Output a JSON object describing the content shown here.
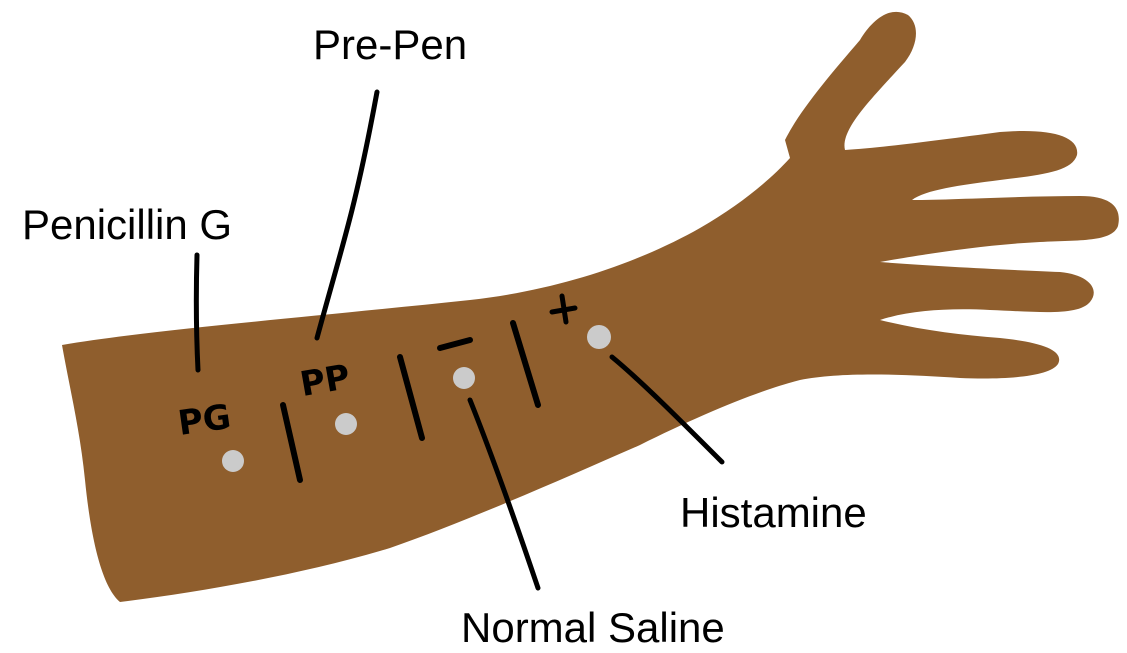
{
  "labels": {
    "pre_pen": "Pre-Pen",
    "penicillin_g": "Penicillin G",
    "histamine": "Histamine",
    "normal_saline": "Normal Saline"
  },
  "arm_markings": {
    "pg": "PG",
    "pp": "PP",
    "negative": "−",
    "positive": "+"
  },
  "colors": {
    "skin": "#8F5E2D",
    "injection_site": "#CBCBCB",
    "ink": "#000000"
  }
}
